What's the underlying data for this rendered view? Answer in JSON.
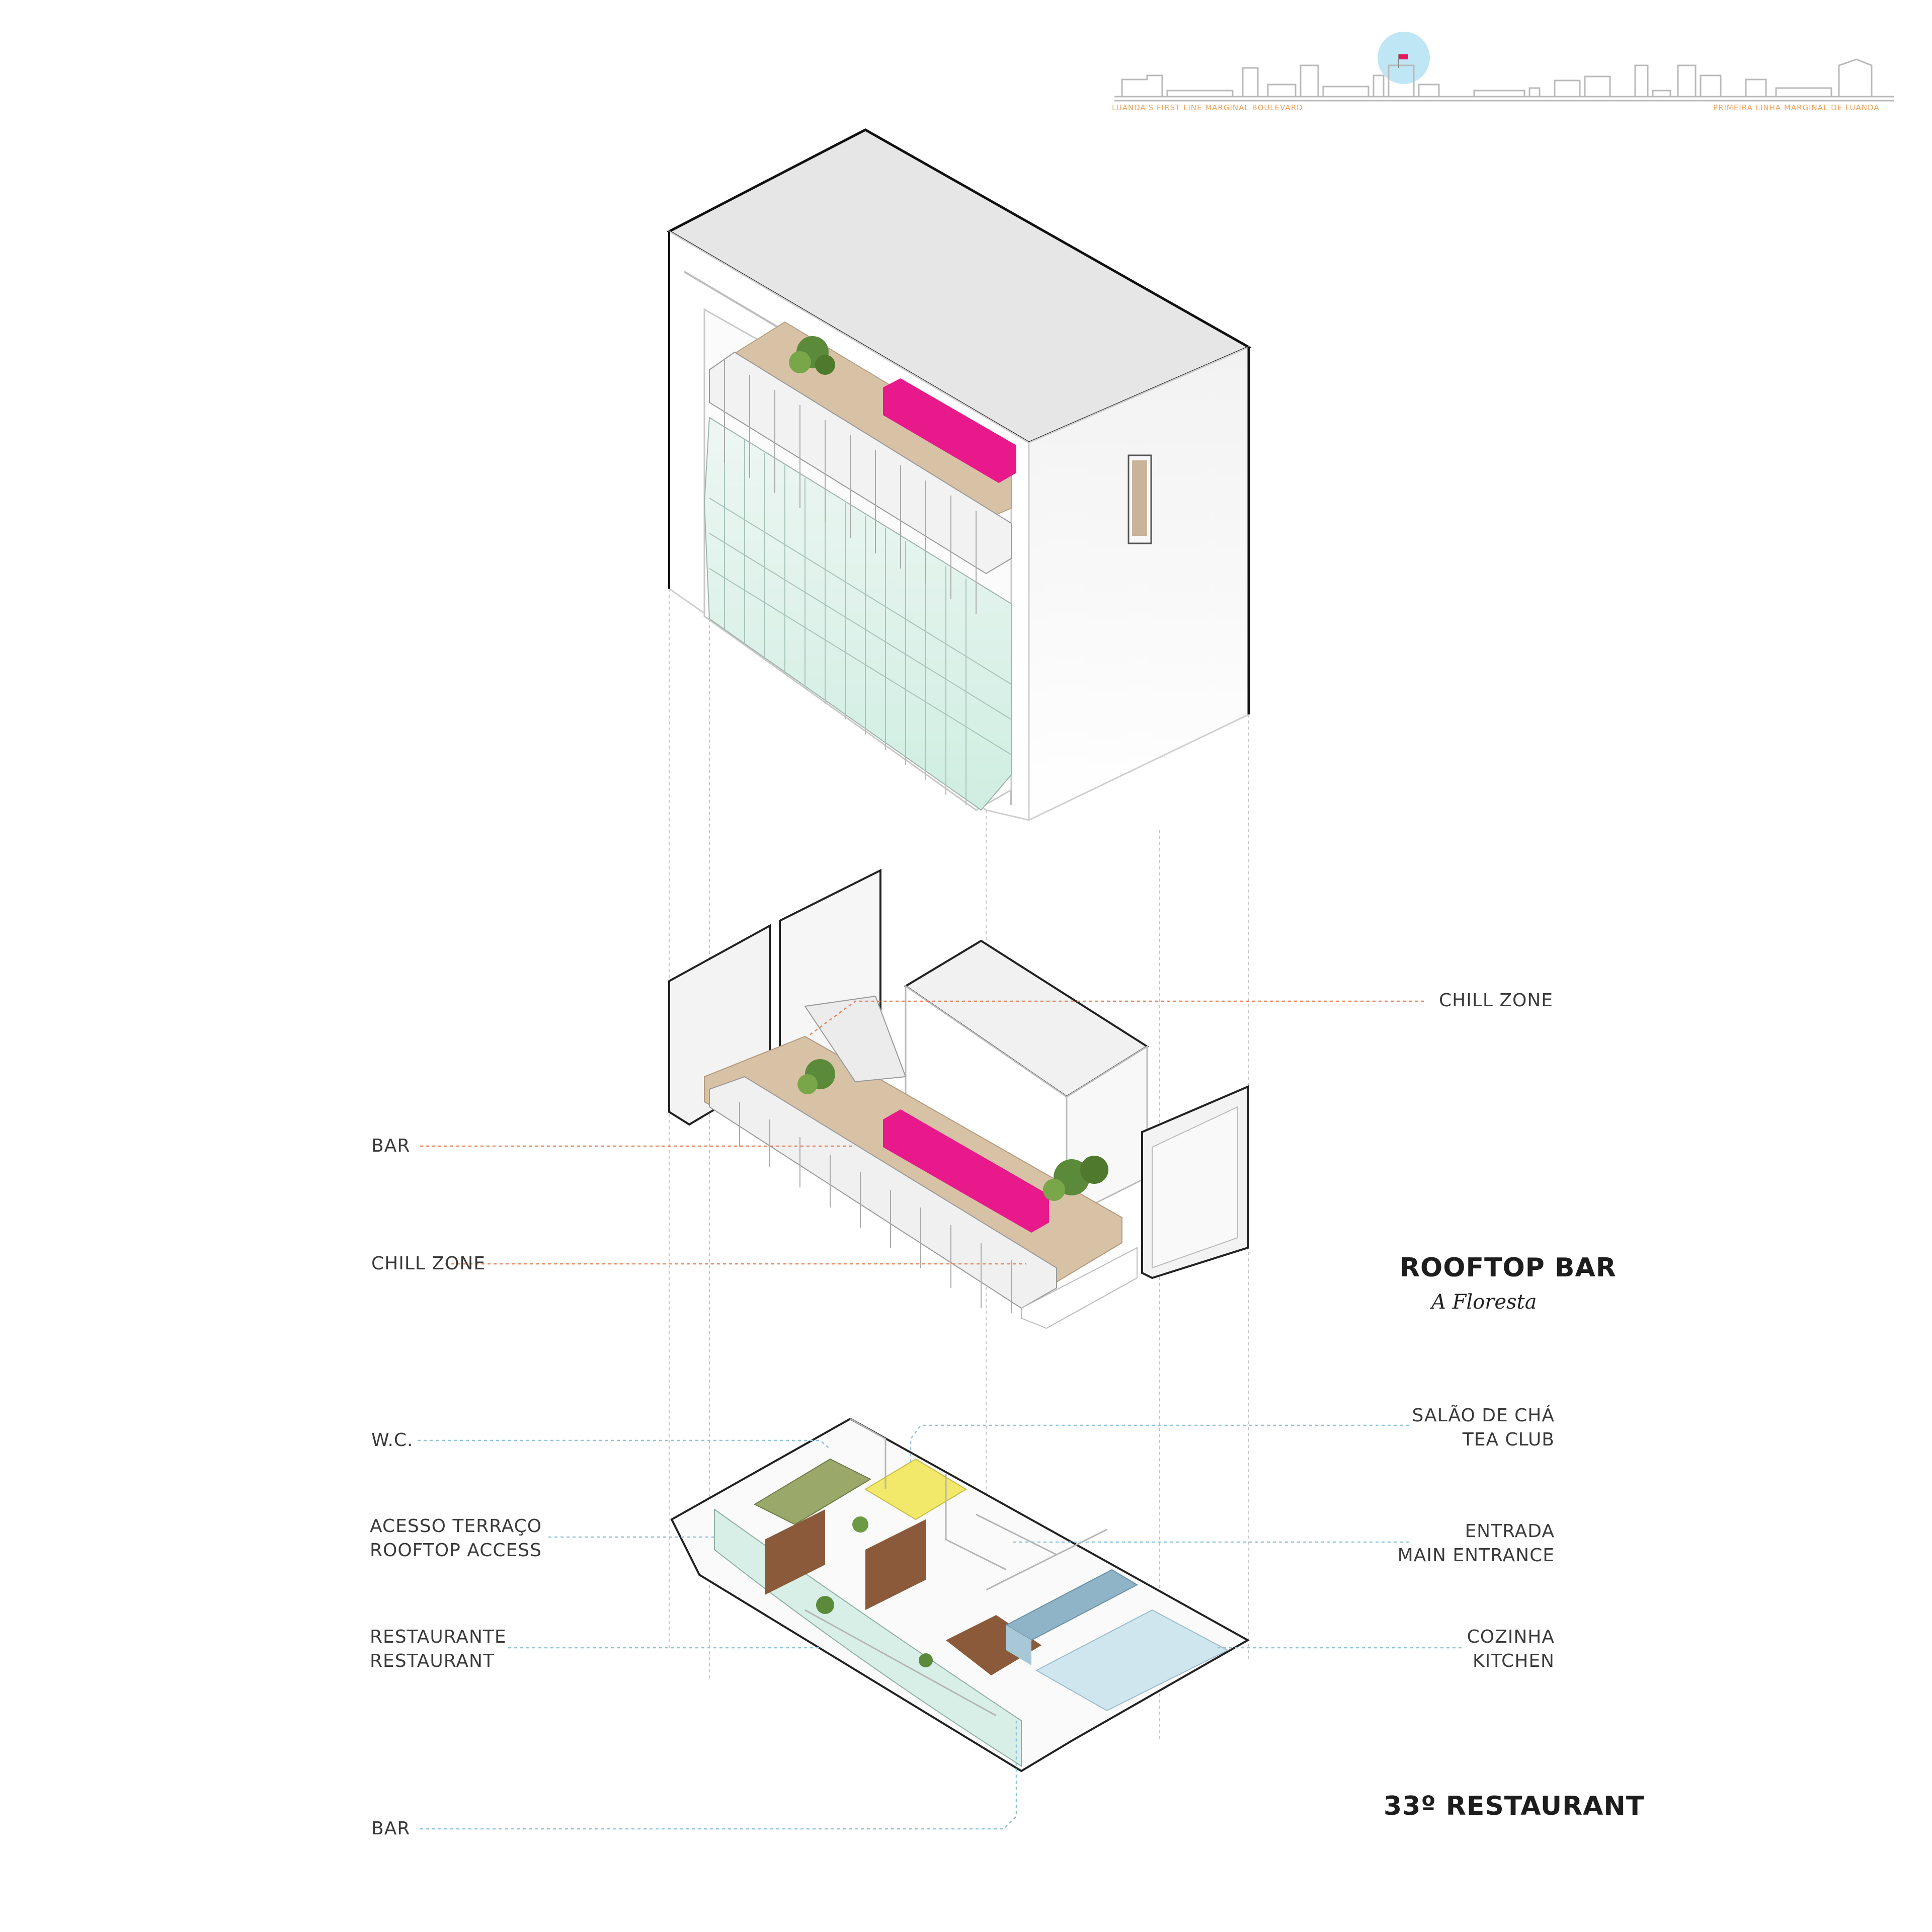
{
  "skyline": {
    "caption_left": "LUANDA'S FIRST LINE MARGINAL BOULEVARD",
    "caption_right": "PRIMEIRA LINHA MARGINAL DE LUANDA",
    "highlight_color": "#bfe6f5",
    "flag_color": "#e8175d"
  },
  "rooftop": {
    "title": "ROOFTOP BAR",
    "subtitle": "A Floresta",
    "labels": {
      "chill_zone_top": "CHILL ZONE",
      "bar": "BAR",
      "chill_zone_bottom": "CHILL ZONE"
    }
  },
  "restaurant": {
    "title": "33º RESTAURANT",
    "labels": {
      "wc": "W.C.",
      "rooftop_access_pt": "ACESSO TERRAÇO",
      "rooftop_access_en": "ROOFTOP ACCESS",
      "restaurant_pt": "RESTAURANTE",
      "restaurant_en": "RESTAURANT",
      "bar": "BAR",
      "tea_pt": "SALÃO DE CHÁ",
      "tea_en": "TEA CLUB",
      "entrance_pt": "ENTRADA",
      "entrance_en": "MAIN ENTRANCE",
      "kitchen_pt": "COZINHA",
      "kitchen_en": "KITCHEN"
    }
  },
  "colors": {
    "bar_accent": "#e8198b",
    "leader_rooftop": "#e9845a",
    "leader_restaurant": "#8ec3dc",
    "glass": "#d8efe8",
    "deck": "#d8c2a6",
    "wood": "#8a5a3a",
    "kitchen": "#8fb4c8",
    "tea": "#f2e96a",
    "wc": "#9aa86a"
  }
}
